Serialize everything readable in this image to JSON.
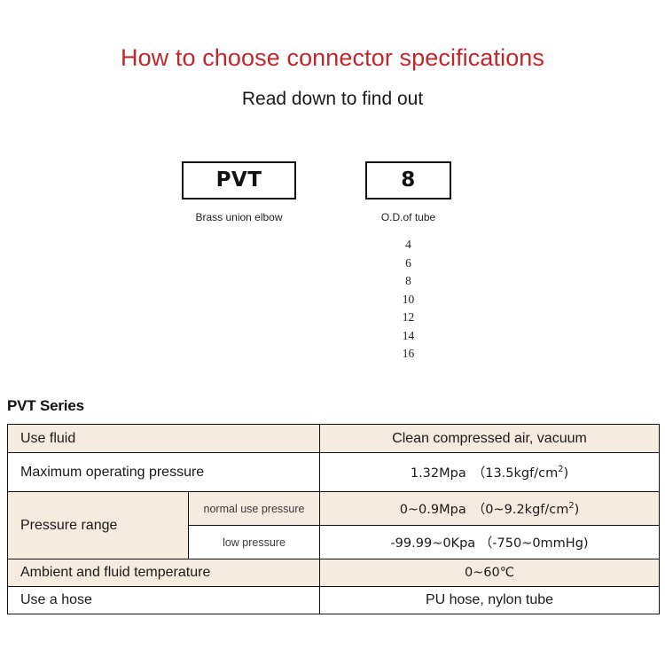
{
  "header": {
    "title": "How to choose connector specifications",
    "subtitle": "Read down to find out",
    "title_color": "#c0272d"
  },
  "code_selector": {
    "groups": [
      {
        "code": "PVT",
        "caption": "Brass union elbow",
        "options": []
      },
      {
        "code": "8",
        "caption": "O.D.of tube",
        "options": [
          "4",
          "6",
          "8",
          "10",
          "12",
          "14",
          "16"
        ]
      }
    ]
  },
  "spec": {
    "heading": "PVT Series",
    "rows": [
      {
        "label": "Use fluid",
        "value": "Clean compressed air, vacuum",
        "shaded": true
      },
      {
        "label": "Maximum operating pressure",
        "value_parts": {
          "main": "1.32Mpa",
          "paren": "（13.5kgf/cm",
          "sup": "2",
          "tail": ")"
        },
        "shaded": false
      },
      {
        "label": "Pressure range",
        "sub_rows": [
          {
            "sub_label": "normal use pressure",
            "value_parts": {
              "main": "0~0.9Mpa",
              "paren": "（0~9.2kgf/cm",
              "sup": "2",
              "tail": ")"
            },
            "shaded": true
          },
          {
            "sub_label": "low pressure",
            "value": "-99.99~0Kpa （-750~0mmHg)",
            "shaded": false
          }
        ]
      },
      {
        "label": "Ambient and fluid temperature",
        "value": "0~60℃",
        "shaded": true
      },
      {
        "label": "Use a hose",
        "value": "PU hose, nylon tube",
        "shaded": false
      }
    ]
  },
  "colors": {
    "shaded_row": "#f6ebdf",
    "border": "#111111",
    "title_red": "#c0272d"
  }
}
